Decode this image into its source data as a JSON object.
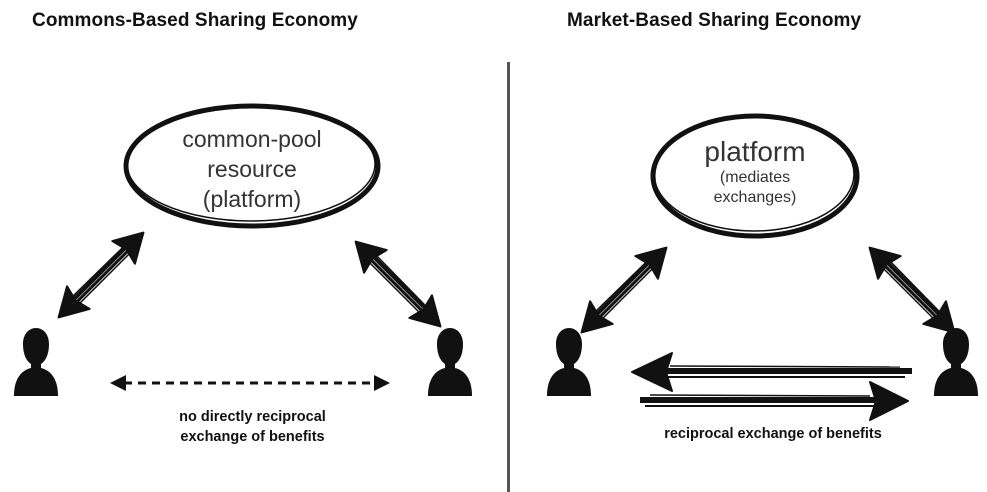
{
  "left_panel": {
    "title": "Commons-Based Sharing Economy",
    "oval_lines": [
      "common-pool",
      "resource",
      "(platform)"
    ],
    "caption_lines": [
      "no directly reciprocal",
      "exchange of benefits"
    ]
  },
  "right_panel": {
    "title": "Market-Based Sharing Economy",
    "oval_title": "platform",
    "oval_sub_lines": [
      "(mediates",
      "exchanges)"
    ],
    "caption": "reciprocal exchange of benefits"
  },
  "icons": {
    "person": "person-silhouette-icon",
    "two_way_arrow": "bidirectional-arrow-icon",
    "dashed_arrow": "dashed-double-arrow-icon",
    "exchange_arrows": "opposing-arrows-icon"
  },
  "colors": {
    "ink": "#111111",
    "oval_text": "#333333",
    "divider": "#555555"
  }
}
